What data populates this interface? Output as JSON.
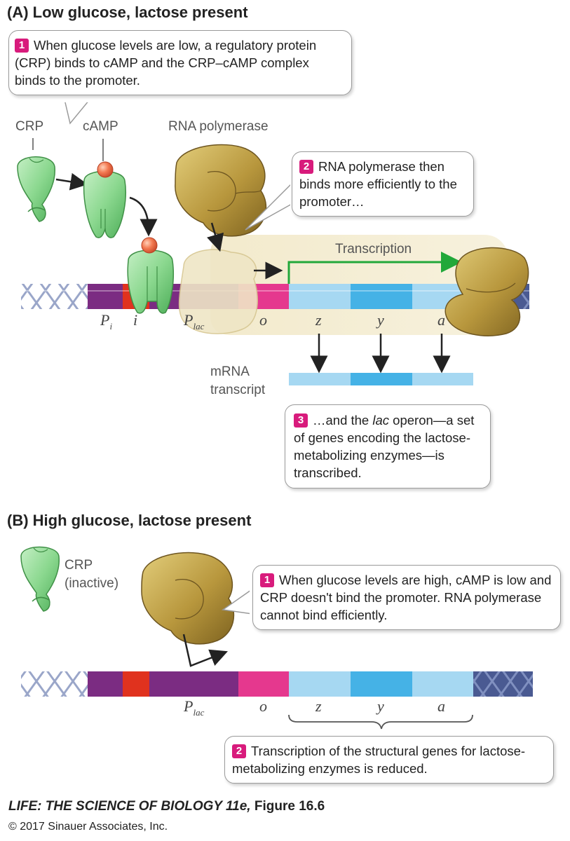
{
  "panel_a": {
    "title": "(A)  Low glucose, lactose present",
    "step1": {
      "badge": "1",
      "text": "When glucose levels are low, a regulatory protein (CRP) binds to cAMP and the CRP–cAMP complex binds to the promoter."
    },
    "step2": {
      "badge": "2",
      "text": "RNA polymerase then binds more efficiently to the promoter…"
    },
    "step3": {
      "badge": "3",
      "text_pre": "…and the ",
      "text_italic": "lac",
      "text_post": " operon—a set of genes encoding the lactose-metabolizing enzymes—is transcribed."
    },
    "labels": {
      "crp": "CRP",
      "camp": "cAMP",
      "rna_polymerase": "RNA polymerase",
      "transcription": "Transcription",
      "mrna_line1": "mRNA",
      "mrna_line2": "transcript"
    },
    "genes": {
      "p": "P",
      "p_sub": "i",
      "i": "i",
      "plac": "P",
      "plac_sub": "lac",
      "o": "o",
      "z": "z",
      "y": "y",
      "a": "a"
    }
  },
  "panel_b": {
    "title": "(B)  High glucose, lactose present",
    "step1": {
      "badge": "1",
      "text": "When glucose levels are high, cAMP is low and CRP doesn't bind the promoter. RNA polymerase cannot bind efficiently."
    },
    "step2": {
      "badge": "2",
      "text": "Transcription of the structural genes for lactose-metabolizing enzymes is reduced."
    },
    "labels": {
      "crp_line1": "CRP",
      "crp_line2": "(inactive)"
    },
    "genes": {
      "plac": "P",
      "plac_sub": "lac",
      "o": "o",
      "z": "z",
      "y": "y",
      "a": "a"
    }
  },
  "credit": {
    "book": "LIFE: THE SCIENCE OF BIOLOGY 11e,",
    "figure": " Figure 16.6",
    "copyright": "© 2017 Sinauer Associates, Inc."
  },
  "colors": {
    "promoter_purple": "#7b2c82",
    "i_gene_red": "#e0321e",
    "operator_pink": "#e5388e",
    "gene_light_blue": "#a6d8f2",
    "gene_mid_blue": "#45b2e6",
    "crp_green": "#86d68c",
    "camp_orange": "#f0704c",
    "polymerase_gold": "#b99a3d",
    "badge_magenta": "#d81b7c",
    "arrow_green": "#22a83a"
  }
}
